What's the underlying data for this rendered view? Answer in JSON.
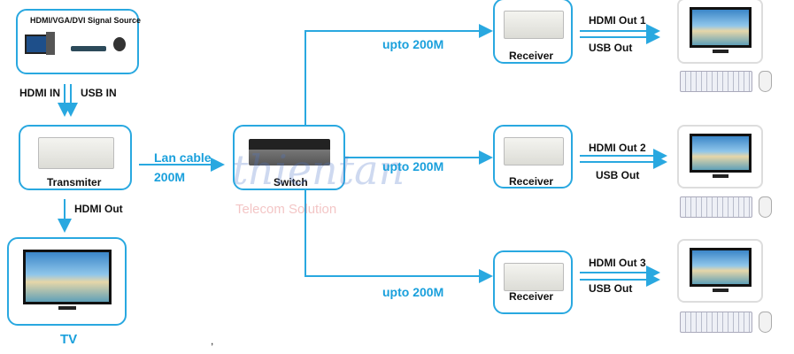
{
  "source": {
    "title": "HDMI/VGA/DVI Signal Source"
  },
  "inputs": {
    "hdmi": "HDMI IN",
    "usb": "USB IN"
  },
  "transmitter": {
    "label": "Transmiter",
    "hdmi_out": "HDMI Out"
  },
  "lan": {
    "line1": "Lan cable",
    "line2": "200M"
  },
  "switch": {
    "label": "Switch"
  },
  "tv": {
    "label": "TV"
  },
  "watermark": {
    "brand": "thientan",
    "tagline": "Telecom Solution"
  },
  "branches": [
    {
      "distance": "upto 200M",
      "receiver": "Receiver",
      "hdmi": "HDMI Out 1",
      "usb": "USB Out"
    },
    {
      "distance": "upto 200M",
      "receiver": "Receiver",
      "hdmi": "HDMI Out 2",
      "usb": "USB Out"
    },
    {
      "distance": "upto 200M",
      "receiver": "Receiver",
      "hdmi": "HDMI Out 3",
      "usb": "USB Out"
    }
  ],
  "stray": ",",
  "colors": {
    "accent": "#29a8e0"
  }
}
